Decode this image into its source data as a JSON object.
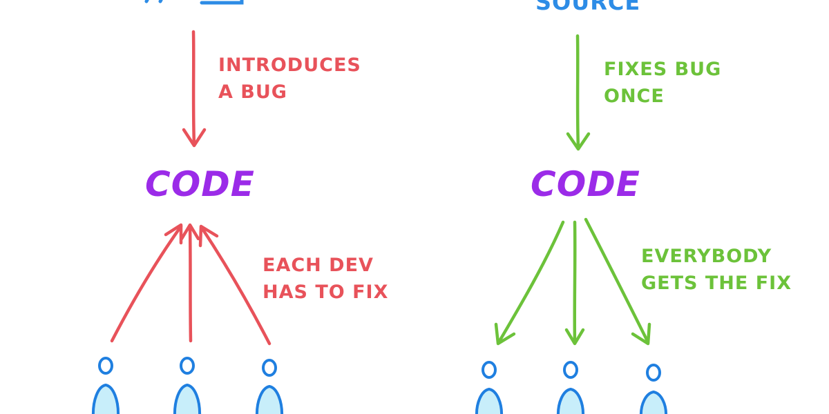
{
  "left": {
    "bug_label_line1": "INTRODUCES",
    "bug_label_line2": "A BUG",
    "code_label": "CODE",
    "devs_label_line1": "EACH DEV",
    "devs_label_line2": "HAS TO FIX"
  },
  "right": {
    "source_label": "SOURCE",
    "fix_label_line1": "FIXES BUG",
    "fix_label_line2": "ONCE",
    "code_label": "CODE",
    "everybody_label_line1": "EVERYBODY",
    "everybody_label_line2": "GETS THE FIX"
  },
  "colors": {
    "red": "#e8525a",
    "green": "#6cc23a",
    "blue": "#2d8ce6",
    "purple": "#9b2be8",
    "person_fill": "#c8eefa"
  }
}
